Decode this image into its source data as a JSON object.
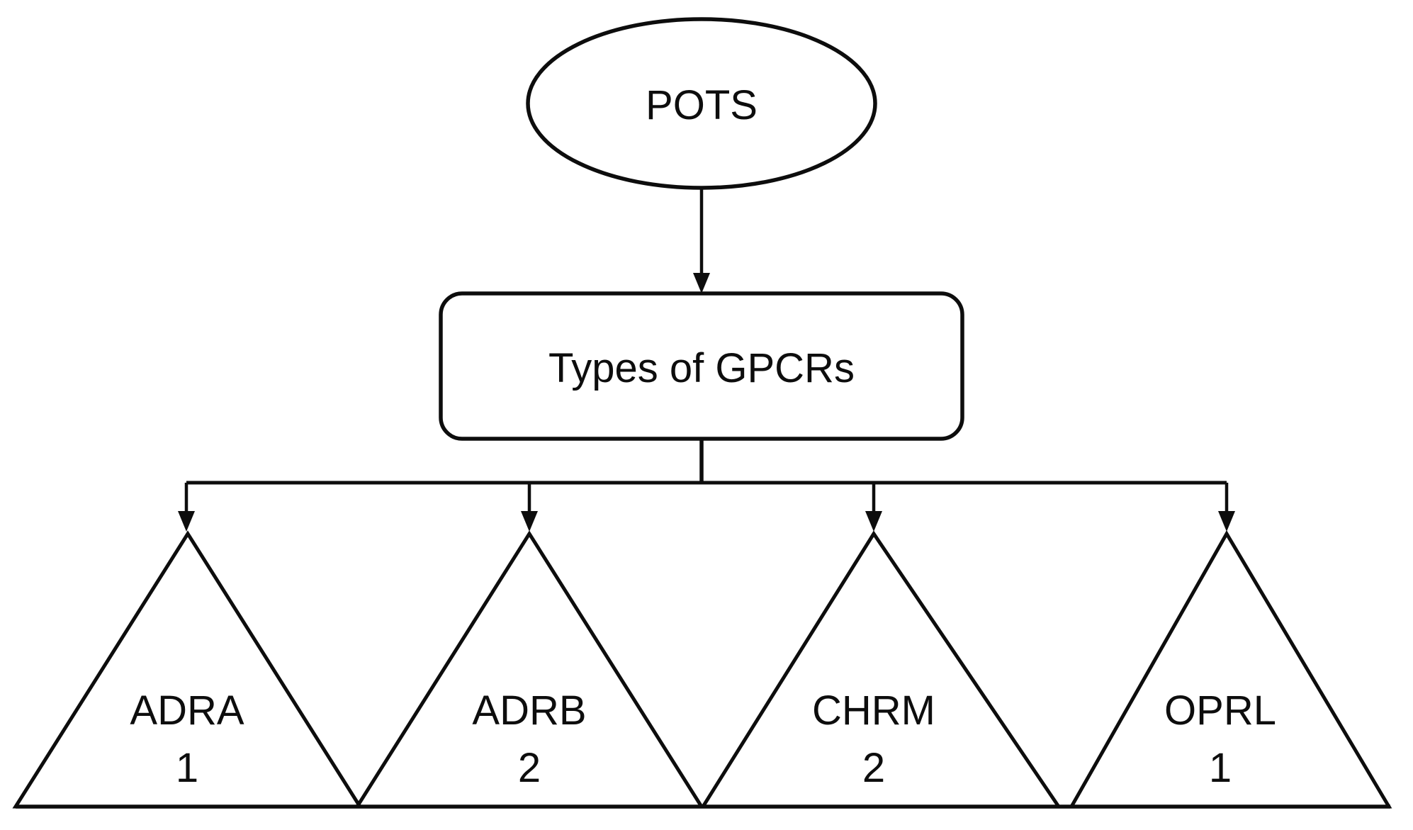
{
  "page": {
    "background_color": "#ffffff"
  },
  "diagram": {
    "type": "hierarchy-flowchart",
    "stroke_color": "#0d0d0d",
    "root": {
      "shape": "ellipse",
      "label": "POTS"
    },
    "hub": {
      "shape": "rounded-rectangle",
      "label": "Types of GPCRs"
    },
    "leaves": [
      {
        "shape": "triangle",
        "line1": "ADRA",
        "line2": "1"
      },
      {
        "shape": "triangle",
        "line1": "ADRB",
        "line2": "2"
      },
      {
        "shape": "triangle",
        "line1": "CHRM",
        "line2": "2"
      },
      {
        "shape": "triangle",
        "line1": "OPRL",
        "line2": "1"
      }
    ]
  }
}
